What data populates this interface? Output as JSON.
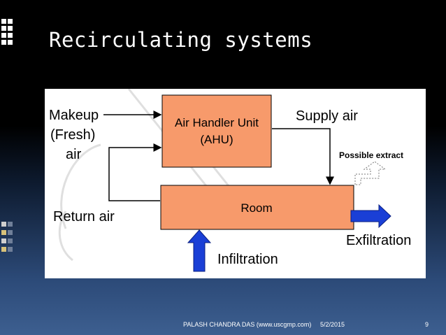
{
  "slide": {
    "title": "Recirculating systems",
    "footer_author": "PALASH CHANDRA DAS (www.uscgmp.com)",
    "footer_date": "5/2/2015",
    "page_number": "9"
  },
  "diagram": {
    "ahu_line1": "Air Handler Unit",
    "ahu_line2": "(AHU)",
    "room": "Room",
    "supply_air": "Supply air",
    "possible_extract": "Possible extract",
    "makeup_line1": "Makeup",
    "makeup_line2": "(Fresh)",
    "makeup_line3": "air",
    "return_air": "Return air",
    "exfiltration": "Exfiltration",
    "infiltration": "Infiltration",
    "box_color": "#f79a6b",
    "arrow_blue": "#1a3fd6"
  }
}
